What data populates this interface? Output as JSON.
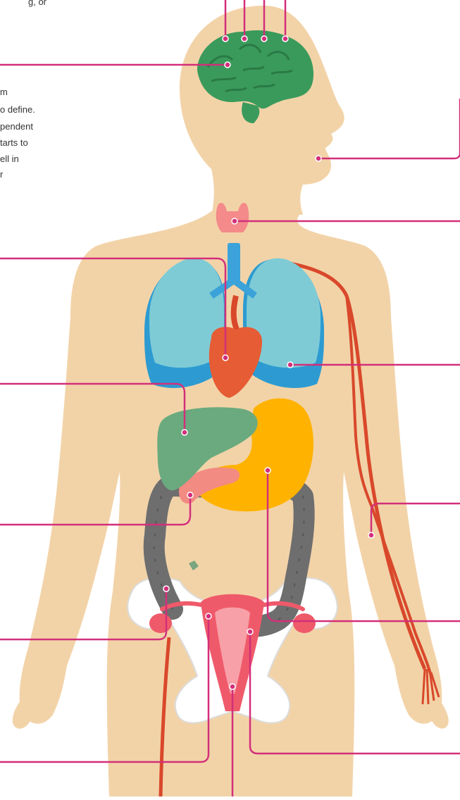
{
  "caption_lines": [
    "g, or",
    "m",
    "o define.",
    "pendent",
    "tarts to",
    "ell in",
    "r"
  ],
  "colors": {
    "background": "#ffffff",
    "skin": "#f2d3a8",
    "leader_line": "#d32f7a",
    "brain": "#3a9a5c",
    "brain_dark": "#2a7a45",
    "thyroid": "#f48a8a",
    "lungs": "#7ecbd6",
    "lungs_shadow": "#2d9bd1",
    "trachea": "#3ba3d9",
    "heart": "#e65c34",
    "liver": "#6aaa7e",
    "stomach": "#ffb300",
    "pancreas": "#f28b82",
    "intestine": "#6e6e6e",
    "uterus": "#ef5a6a",
    "uterus_light": "#f8a0a8",
    "pelvis": "#ffffff",
    "artery": "#d9482b"
  }
}
